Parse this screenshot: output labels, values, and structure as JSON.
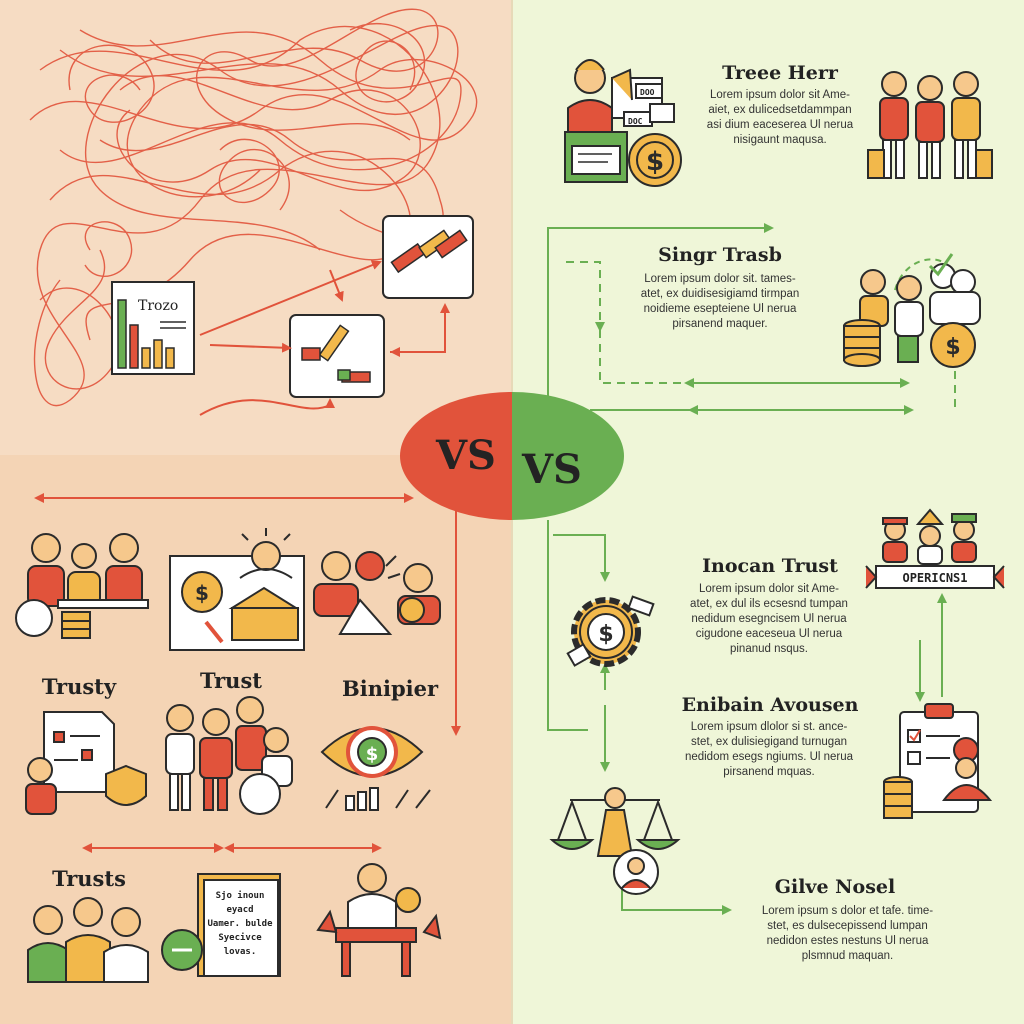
{
  "colors": {
    "left_bg": "#f5d9bf",
    "left_bottom_bg": "#f3d3b3",
    "right_bg": "#eef6d6",
    "red": "#e1533b",
    "green": "#6aaf52",
    "gold": "#f2b84b",
    "outline": "#2b2b2b"
  },
  "center": {
    "vs_left": "VS",
    "vs_right": "VS"
  },
  "left": {
    "chart_label": "Trozo",
    "bottom_headings": [
      "Trusty",
      "Trust",
      "Binipier",
      "Trusts"
    ],
    "document_lines": [
      "Sjo inoun",
      "eyacd",
      "Uamer. bulde",
      "Syecivce",
      "lovas."
    ]
  },
  "right": {
    "sections": [
      {
        "title": "Treee Herr",
        "lines": [
          "Lorem ipsum dolor sit Ame-",
          "aiet, ex dulicedsetdammpan",
          "asi dium eaceserea Ul nerua",
          "nisigaunt maqusa."
        ]
      },
      {
        "title": "Singr Trasb",
        "lines": [
          "Lorem ipsum dolor sit. tames-",
          "atet, ex duidisesigiamd tirmpan",
          "noidieme esepteiene Ul nerua",
          "pirsanend maquer."
        ]
      },
      {
        "title": "Inocan Trust",
        "lines": [
          "Lorem ipsum dolor sit Ame-",
          "atet, ex dul ils ecsesnd tumpan",
          "nedidum esegncisem Ul nerua",
          "cigudone eaceseua Ul nerua",
          "pinanud nsqus."
        ]
      },
      {
        "title": "Enibain Avousen",
        "lines": [
          "Lorem ipsum dlolor si st. ance-",
          "stet, ex dulisiegigand turnugan",
          "nedidom esegs ngiums. Ul nerua",
          "pirsanend mquas."
        ]
      },
      {
        "title": "Gilve Nosel",
        "lines": [
          "Lorem ipsum s dolor et tafe. time-",
          "stet, es dulsecepissend lumpan",
          "nedidon estes nestuns Ul nerua",
          "plsmnud maquan."
        ]
      }
    ],
    "sign_label": "OPERICNS1",
    "board_labels": [
      "DOO",
      "DOC"
    ]
  }
}
